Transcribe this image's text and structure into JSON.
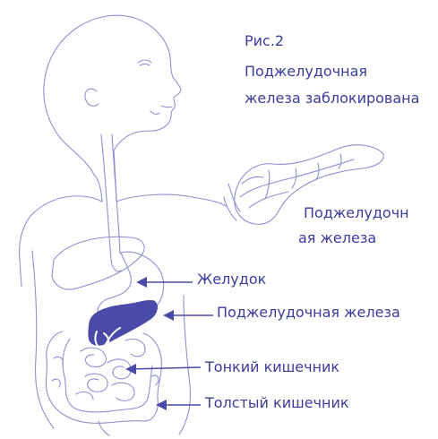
{
  "figure": {
    "caption_number": "Рис.2",
    "caption_line1": "Поджелудочная",
    "caption_line2": "железа заблокирована",
    "inset_label_line1": "Поджелудочн",
    "inset_label_line2": "ая железа",
    "labels": {
      "stomach": "Желудок",
      "pancreas": "Поджелудочная железа",
      "small_intestine": "Тонкий кишечник",
      "large_intestine": "Толстый кишечник"
    }
  },
  "colors": {
    "outline": "#8f8fcf",
    "accent": "#4a4aa8",
    "text": "#3c3ca0"
  }
}
